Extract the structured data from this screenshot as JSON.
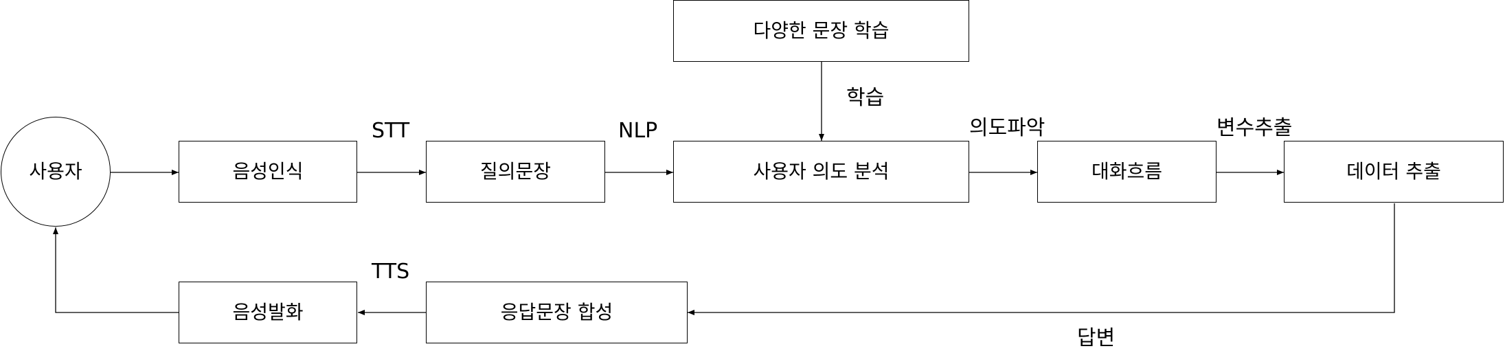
{
  "nodes": {
    "user": "사용자",
    "speech_recognition": "음성인식",
    "query_sentence": "질의문장",
    "intent_analysis": "사용자 의도 분석",
    "diverse_sentence_learning": "다양한 문장 학습",
    "dialog_flow": "대화흐름",
    "data_extraction": "데이터 추출",
    "response_synthesis": "응답문장 합성",
    "speech_output": "음성발화"
  },
  "edge_labels": {
    "stt": "STT",
    "nlp": "NLP",
    "learning": "학습",
    "intent_detection": "의도파악",
    "variable_extraction": "변수추출",
    "tts": "TTS",
    "answer": "답변"
  }
}
